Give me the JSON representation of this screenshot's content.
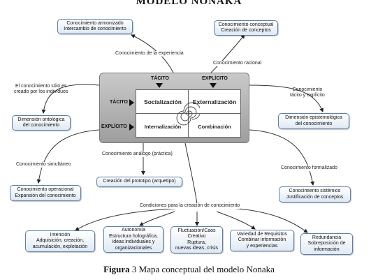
{
  "heading": "MODELO NONAKA",
  "center": {
    "col_tacito": "TÁCITO",
    "col_explicito": "EXPLÍCITO",
    "row_tacito": "TÁCITO",
    "row_explicito": "EXPLÍCITO",
    "socializacion": "Socialización",
    "externalizacion": "Externalización",
    "internalizacion": "Internalización",
    "combinacion": "Combinación"
  },
  "nodes": {
    "armonizado": [
      "Conocimiento armonizado",
      "Intercambio de conocimiento"
    ],
    "conceptual": [
      "Conocimiento conceptual",
      "Creación de conceptos"
    ],
    "ontologica": [
      "Dimensión ontológica",
      "del conocimiento"
    ],
    "epistemologica": [
      "Dimensión epistemológica",
      "del conocimiento"
    ],
    "operacional": [
      "Conocimiento operacional",
      "Expansión del conocimiento"
    ],
    "prototipo": [
      "Creación del prototipo (arquetipo)"
    ],
    "sistemico": [
      "Conocimiento sistémico",
      "Justificación de conceptos"
    ],
    "intencion": [
      "Intención",
      "Adquisición, creación,",
      "acumulación, explotación"
    ],
    "autonomia": [
      "Autonomía",
      "Estructura holográfica,",
      "ideas individuales y",
      "organizacionales"
    ],
    "fluctuacion": [
      "Fluctuación/Caos",
      "Creativo",
      "Ruptura,",
      "nuevas ideas, crisis"
    ],
    "variedad": [
      "Variedad de Requisitos",
      "Combinar información",
      "y experiencias"
    ],
    "redundancia": [
      "Redundancia",
      "Sobreposición de",
      "información"
    ]
  },
  "labels": {
    "experiencia": "Conocimiento de la experiencia",
    "racional": "Conocimiento racional",
    "individuos": [
      "El conocimiento sólo es",
      "creado por los individuos"
    ],
    "tacito_explicito": [
      "Conocimiento",
      "tácito y explícito"
    ],
    "analogo": "Conocimiento análogo (práctica)",
    "simultaneo": "Conocimiento simultáneo",
    "formalizado": "Conocimiento formalizado",
    "condiciones": "Condiciones para la creación de conocimiento"
  },
  "caption": {
    "prefix": "Figura",
    "text": " 3 Mapa conceptual del modelo Nonaka"
  }
}
